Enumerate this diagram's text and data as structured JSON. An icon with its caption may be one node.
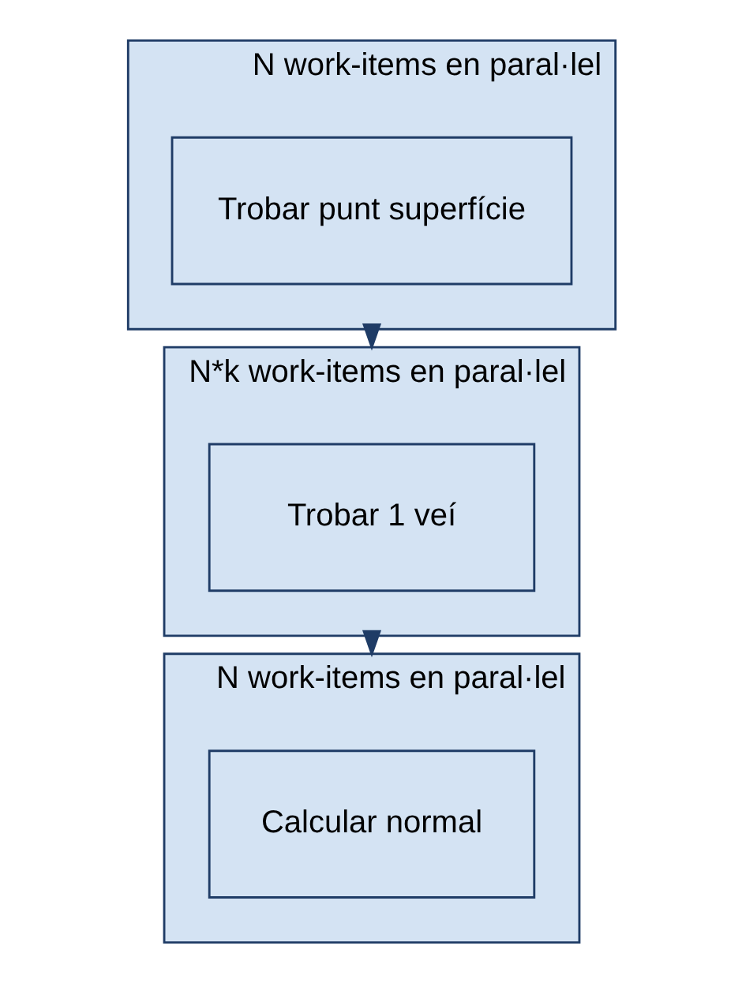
{
  "diagram": {
    "nodes": [
      {
        "text": [
          "N work-items en paral·lel"
        ]
      },
      {
        "text": [
          "Trobar punt superfície"
        ],
        "in": 0
      },
      {
        "text": [
          "N*k work-items en paral·lel"
        ]
      },
      {
        "text": [
          "Trobar 1 veí"
        ],
        "in": 2
      },
      {
        "text": [
          "N work-items en paral·lel"
        ]
      },
      {
        "text": [
          "Calcular normal"
        ],
        "in": 4
      }
    ],
    "edges": [
      {
        "from": 0,
        "to": 2,
        "arrow": "to"
      },
      {
        "from": 2,
        "to": 4,
        "arrow": "to"
      }
    ]
  }
}
